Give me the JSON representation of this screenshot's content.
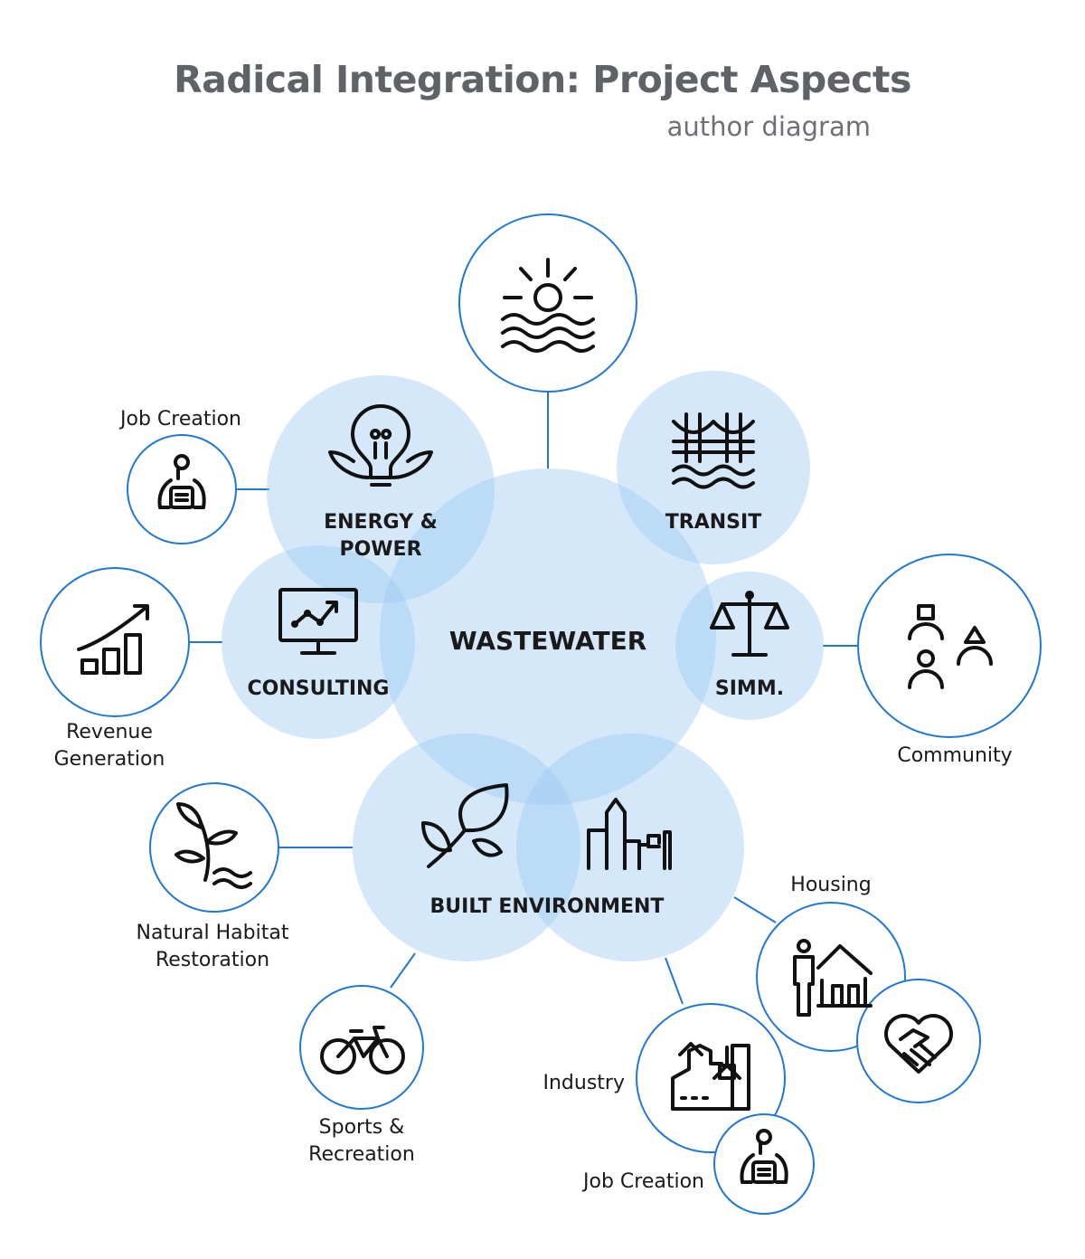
{
  "title": "Radical Integration: Project Aspects",
  "subtitle": "author diagram",
  "center": {
    "label": "WASTEWATER"
  },
  "hubs": {
    "energy": {
      "line1": "ENERGY &",
      "line2": "POWER",
      "icon": "lightbulb-icon"
    },
    "transit": {
      "label": "TRANSIT",
      "icon": "bridge-icon"
    },
    "consulting": {
      "label": "CONSULTING",
      "icon": "chart-monitor-icon"
    },
    "simm": {
      "label": "SIMM.",
      "icon": "scales-icon"
    },
    "built": {
      "label": "BUILT ENVIRONMENT",
      "icon_left": "leaf-icon",
      "icon_right": "city-icon"
    }
  },
  "nodes": {
    "water": {
      "icon": "sun-water-icon"
    },
    "job_creation_top": {
      "label": "Job Creation",
      "icon": "worker-icon"
    },
    "revenue": {
      "line1": "Revenue",
      "line2": "Generation",
      "icon": "growth-bars-icon"
    },
    "community": {
      "label": "Community",
      "icon": "people-shapes-icon"
    },
    "habitat": {
      "line1": "Natural Habitat",
      "line2": "Restoration",
      "icon": "plant-icon"
    },
    "sports": {
      "line1": "Sports &",
      "line2": "Recreation",
      "icon": "bicycle-icon"
    },
    "housing": {
      "label": "Housing",
      "icon": "person-house-icon"
    },
    "care": {
      "icon": "heart-handshake-icon"
    },
    "industry": {
      "label": "Industry",
      "icon": "factory-icon"
    },
    "job_creation_bottom": {
      "label": "Job Creation",
      "icon": "worker-icon"
    }
  },
  "colors": {
    "accent": "#1f78d1",
    "bubble": "#9cc8f4",
    "title": "#5f6266",
    "icon": "#111111"
  }
}
